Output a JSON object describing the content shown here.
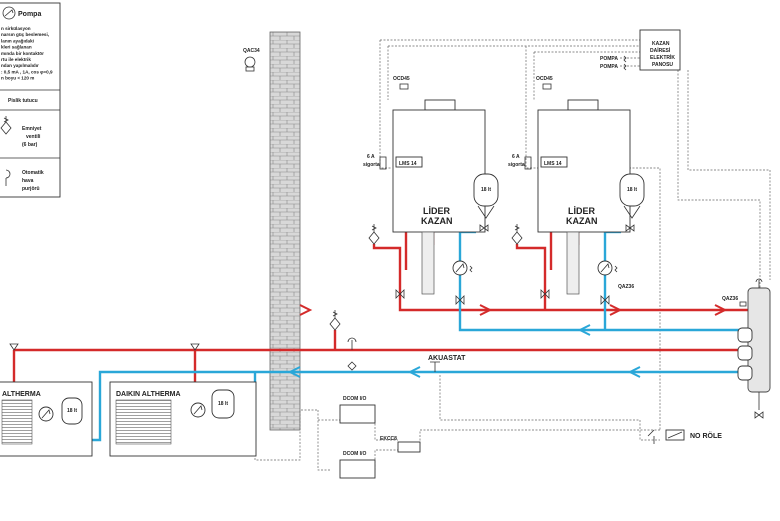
{
  "legend": {
    "pump": "Pompa",
    "desc_lines": [
      "n sirkülasyon",
      "narsın güç beslemesi,",
      "lanın ayağıdaki",
      "kleri sağlanan",
      "mında bir kontaktör",
      "rtu ile elektrik",
      "ndan yapılmalıdır",
      ": 0,5 mA , 1A, cos φ=0,9",
      "n boyu < 120 m"
    ],
    "dirt_trap": "Pislik tutucu",
    "safety_valve": [
      "Emniyet",
      "ventili",
      "(6 bar)"
    ],
    "air_vent": [
      "Otomatik",
      "hava",
      "purjörü"
    ]
  },
  "labels": {
    "qac34": "QAC34",
    "ocd45_1": "OCD45",
    "ocd45_2": "OCD45",
    "panel": [
      "KAZAN",
      "DAİRESİ",
      "ELEKTRİK",
      "PANOSU"
    ],
    "pompa1": "POMPA",
    "pompa2": "POMPA",
    "fuse1": [
      "6 A",
      "sigorta"
    ],
    "fuse2": [
      "6 A",
      "sigorta"
    ],
    "lms1": "LMS 14",
    "lms2": "LMS 14",
    "boiler1": [
      "LİDER",
      "KAZAN"
    ],
    "boiler2": [
      "LİDER",
      "KAZAN"
    ],
    "tank_lt": "18 lt",
    "qaz36_1": "QAZ36",
    "qaz36_2": "QAZ36",
    "akuastat": "AKUASTAT",
    "dcom1": "DCOM I/O",
    "dcom2": "DCOM I/O",
    "ekcc8": "EKCC8",
    "no_role": "NO RÖLE",
    "altherma1": "ALTHERMA",
    "altherma2": "DAIKIN ALTHERMA"
  },
  "colors": {
    "supply": "#d42a2a",
    "return": "#2aa7d8",
    "control": "#666666",
    "chimney": "#cfcfcf"
  }
}
